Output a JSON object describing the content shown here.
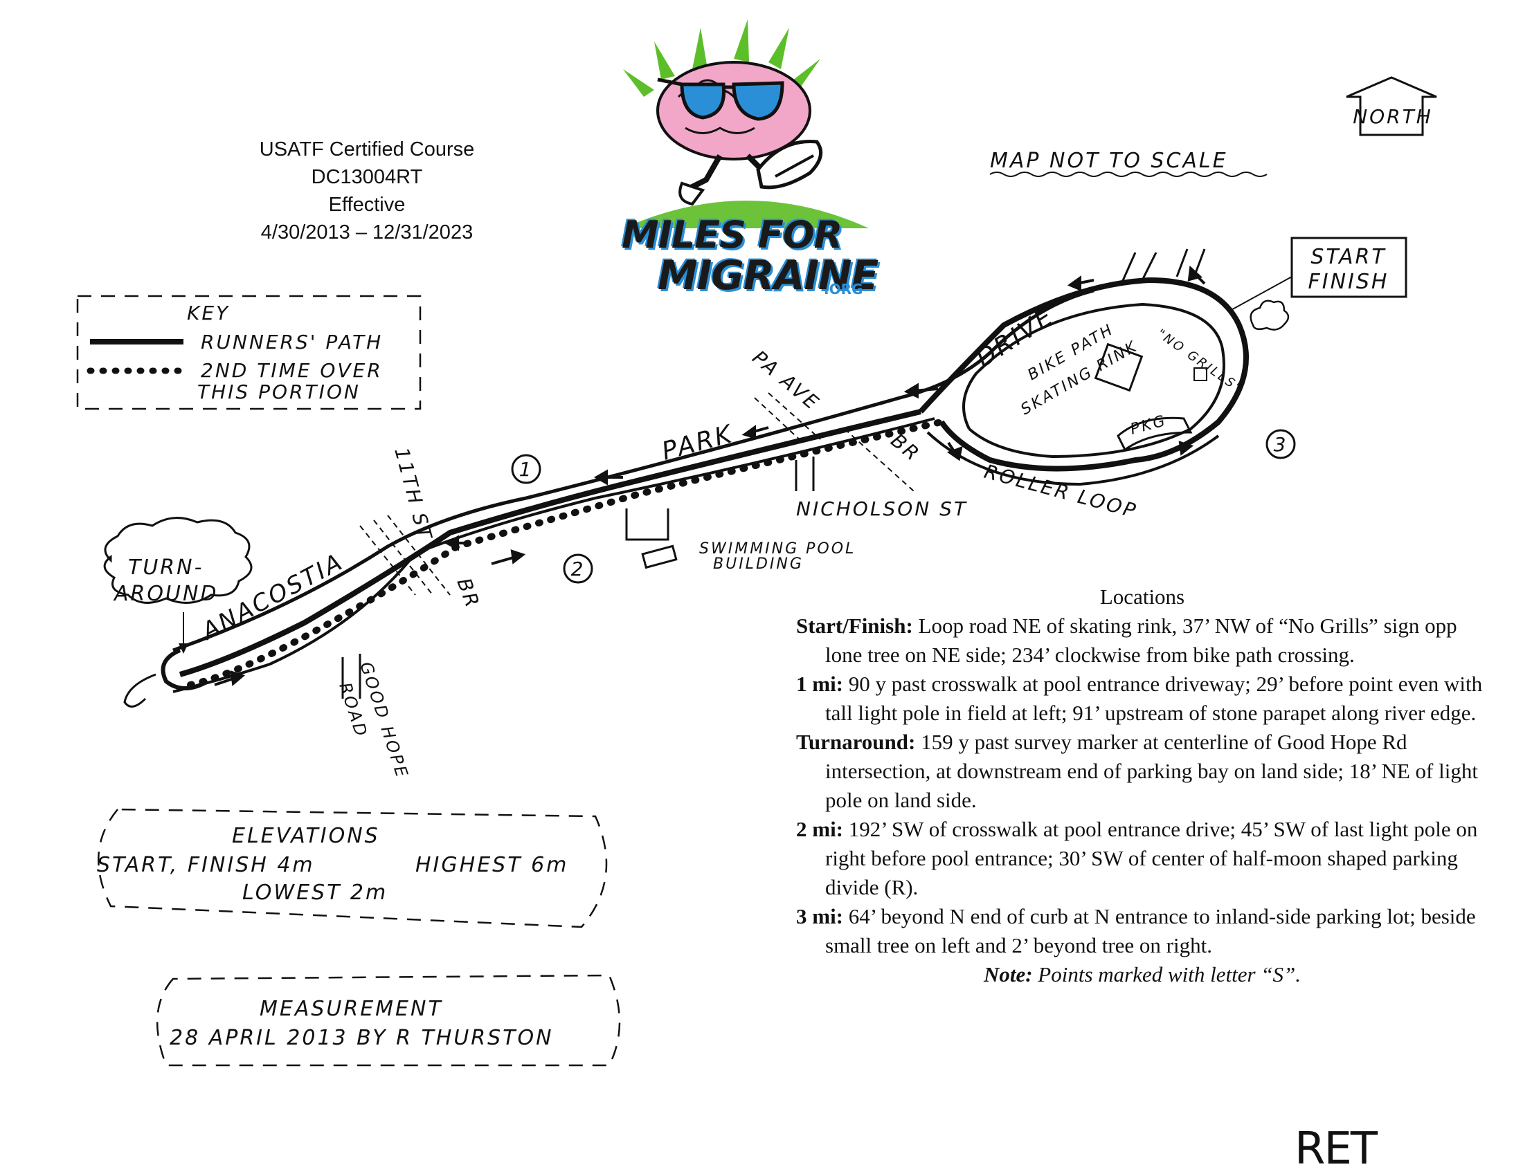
{
  "certification": {
    "line1": "USATF Certified Course",
    "line2": "DC13004RT",
    "line3": "Effective",
    "line4": "4/30/2013 – 12/31/2023"
  },
  "logo": {
    "brand_line1": "MILES FOR",
    "brand_line2": "MIGRAINE",
    "brand_suffix": ".ORG",
    "colors": {
      "green": "#5cbf2a",
      "pink": "#f3a7c8",
      "blue": "#2a8fd6"
    }
  },
  "north": "NORTH",
  "scale_note": "MAP NOT TO SCALE",
  "start_finish": {
    "line1": "START",
    "line2": "FINISH"
  },
  "key": {
    "title": "KEY",
    "runners_path": "RUNNERS' PATH",
    "second_time_line1": "2ND TIME OVER",
    "second_time_line2": "THIS PORTION"
  },
  "map_labels": {
    "drive": "DRIVE",
    "park": "PARK",
    "pa_ave": "PA AVE",
    "br_east": "BR",
    "st_11th": "11TH ST",
    "br_west": "BR",
    "anacostia": "ANACOSTIA",
    "nicholson": "NICHOLSON ST",
    "roller_loop": "ROLLER LOOP",
    "bike_path": "BIKE PATH",
    "skating_rink": "SKATING RINK",
    "no_grills": "\"NO GRILLS\"",
    "pkg": "PKG",
    "swimming_pool": "SWIMMING POOL",
    "building": "BUILDING",
    "turnaround_line1": "TURN-",
    "turnaround_line2": "AROUND",
    "good_hope_line1": "GOOD HOPE",
    "good_hope_line2": "ROAD",
    "mile_markers": [
      "1",
      "2",
      "3"
    ]
  },
  "elevations": {
    "title": "ELEVATIONS",
    "start_finish": "START, FINISH 4m",
    "highest": "HIGHEST 6m",
    "lowest": "LOWEST 2m"
  },
  "measurement": {
    "title": "MEASUREMENT",
    "detail": "28 APRIL 2013 BY R THURSTON"
  },
  "locations": {
    "title": "Locations",
    "entries": [
      {
        "label": "Start/Finish:",
        "text": " Loop road NE of skating rink, 37’ NW of “No Grills” sign opp lone tree on NE side; 234’ clockwise from bike path crossing."
      },
      {
        "label": "1 mi:",
        "text": " 90 y past crosswalk at pool entrance driveway; 29’ before point even with tall light pole in field at left; 91’ upstream of stone parapet along river edge."
      },
      {
        "label": "Turnaround:",
        "text": " 159 y past survey marker at centerline of Good Hope Rd intersection, at downstream end of parking bay on land side; 18’ NE of light pole on land side."
      },
      {
        "label": "2 mi:",
        "text": " 192’ SW of crosswalk at pool entrance drive; 45’ SW of last light pole on right before pool entrance; 30’ SW of center of half-moon shaped parking divide (R)."
      },
      {
        "label": "3 mi:",
        "text": " 64’ beyond N end of curb at N entrance to inland-side parking lot; beside small tree on left and 2’ beyond tree on right."
      }
    ],
    "note_label": "Note:",
    "note_text": " Points marked with letter “S”."
  },
  "signature": "RET"
}
